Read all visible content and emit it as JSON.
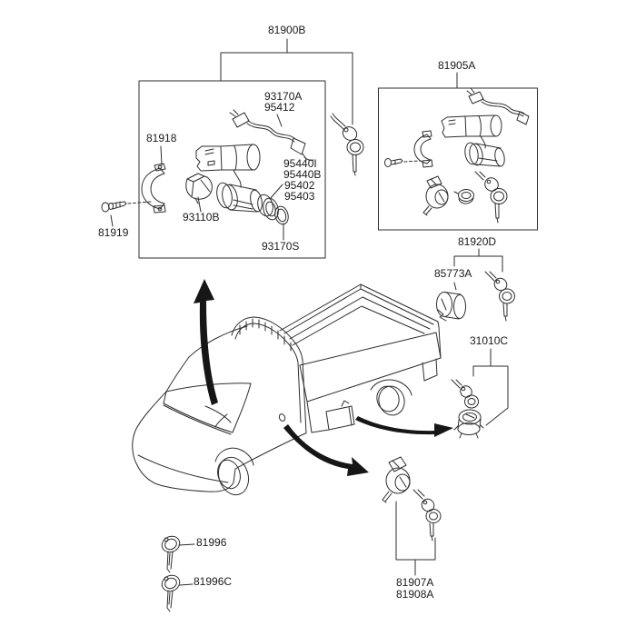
{
  "colors": {
    "background": "#ffffff",
    "line": "#2e2e2e",
    "text": "#1a1a1a",
    "arrow": "#161616"
  },
  "labels": {
    "group_81900B": "81900B",
    "group_81905A": "81905A",
    "harness_line1": "93170A",
    "harness_line2": "95412",
    "clamp": "81918",
    "ring_stack_1": "95440I",
    "ring_stack_2": "95440B",
    "ring_stack_3": "95402",
    "ring_stack_4": "95403",
    "ignition_switch": "93110B",
    "screw": "81919",
    "ring_small": "93170S",
    "group_81920D": "81920D",
    "fuel_filler_lock": "85773A",
    "starter_switch": "31010C",
    "blank_key": "81996",
    "blank_key_sub": "81996C",
    "door_lock_line1": "81907A",
    "door_lock_line2": "81908A"
  }
}
